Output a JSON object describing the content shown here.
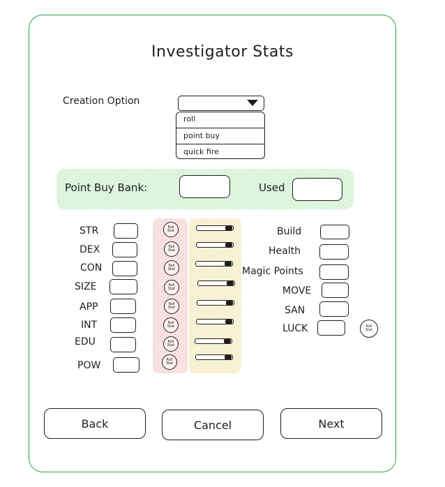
{
  "title": "Investigator Stats",
  "creation": {
    "label": "Creation Option",
    "selected": "",
    "options": [
      "roll",
      "point buy",
      "quick fire"
    ]
  },
  "bank": {
    "label": "Point Buy Bank:",
    "used_label": "Used"
  },
  "stats": {
    "str": "STR",
    "dex": "DEX",
    "con": "CON",
    "size": "SIZE",
    "app": "APP",
    "int": "INT",
    "edu": "EDU",
    "pow": "POW"
  },
  "roll_button": {
    "line1": "Roll",
    "line2": "Stat"
  },
  "derived": {
    "build": "Build",
    "health": "Health",
    "magic_points": "Magic Points",
    "move": "MOVE",
    "san": "SAN",
    "luck": "LUCK"
  },
  "nav": {
    "back": "Back",
    "cancel": "Cancel",
    "next": "Next"
  },
  "colors": {
    "frame": "#2f9e44",
    "bank_fill": "#d3f9d8",
    "roll_col": "#ffe3e3",
    "slider_col": "#fff3bf"
  }
}
